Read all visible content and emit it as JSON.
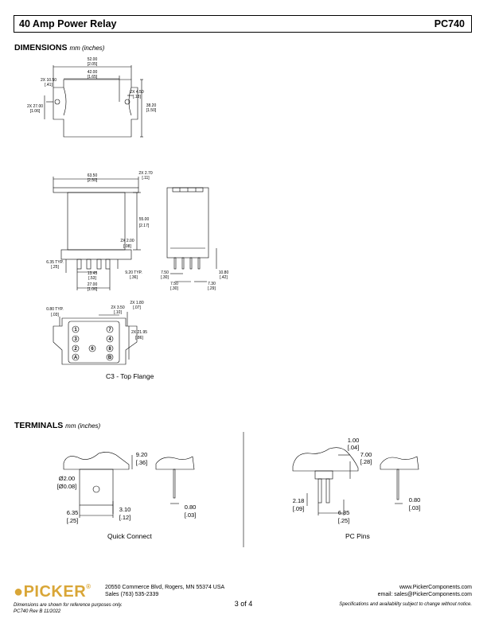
{
  "header": {
    "title": "40 Amp Power Relay",
    "part_number": "PC740"
  },
  "dimensions": {
    "title": "DIMENSIONS",
    "unit": "mm (inches)",
    "top_view": {
      "w52": "52.00",
      "w52_in": "[2.05]",
      "w42": "42.00",
      "w42_in": "[1.65]",
      "d1050": "2X 10.50",
      "d1050_in": "[.41]",
      "d2700": "2X 27.00",
      "d2700_in": "[1.06]",
      "d450": "2X 4.50",
      "d450_in": "[.18]",
      "h3820": "38.20",
      "h3820_in": "[1.50]"
    },
    "front_view": {
      "w6350": "63.50",
      "w6350_in": "[2.50]",
      "d270": "2X 2.70",
      "d270_in": "[.11]",
      "h5500": "55.00",
      "h5500_in": "[2.17]",
      "d200": "2X 2.00",
      "d200_in": "[.08]",
      "d635": "6.35 TYP.",
      "d635_in": "[.25]",
      "d1345": "13.45",
      "d1345_in": "[.53]",
      "d2700": "27.00",
      "d2700_in": "[1.06]",
      "d920": "9.20 TYP.",
      "d920_in": "[.36]"
    },
    "side_view": {
      "d750a": "7.50",
      "d750a_in": "[.30]",
      "d750b": "7.50",
      "d750b_in": "[.30]",
      "d730": "7.30",
      "d730_in": "[.29]",
      "d1080": "10.80",
      "d1080_in": "[.42]"
    },
    "bottom_view": {
      "d080": "0.80 TYP.",
      "d080_in": "[.03]",
      "d350": "2X 3.50",
      "d350_in": "[.10]",
      "d180": "2X 1.80",
      "d180_in": "[.07]",
      "d2195": "2X 21.95",
      "d2195_in": "[.86]",
      "pins": [
        "1",
        "7",
        "3",
        "4",
        "2",
        "6",
        "8",
        "A",
        "B"
      ],
      "caption": "C3 - Top Flange"
    }
  },
  "terminals": {
    "title": "TERMINALS",
    "unit": "mm (inches)",
    "quick_connect": {
      "caption": "Quick Connect",
      "d920": "9.20",
      "d920_in": "[.36]",
      "d200": "Ø2.00",
      "d200_in": "[Ø0.08]",
      "d635": "6.35",
      "d635_in": "[.25]",
      "d310": "3.10",
      "d310_in": "[.12]",
      "d080": "0.80",
      "d080_in": "[.03]"
    },
    "pc_pins": {
      "caption": "PC Pins",
      "d100": "1.00",
      "d100_in": "[.04]",
      "d700": "7.00",
      "d700_in": "[.28]",
      "d218": "2.18",
      "d218_in": "[.09]",
      "d635": "6.35",
      "d635_in": "[.25]",
      "d080": "0.80",
      "d080_in": "[.03]"
    }
  },
  "footer": {
    "logo": "PICKER",
    "address_line1": "20550 Commerce Blvd, Rogers, MN 55374 USA",
    "address_line2": "Sales (763) 535-2339",
    "website": "www.PickerComponents.com",
    "email": "email: sales@PickerComponents.com",
    "page": "3 of 4",
    "note_left_1": "Dimensions are shown for reference purposes only.",
    "note_left_2": "PC740 Rev B 11/2022",
    "note_right": "Specifications and availability subject to change without notice.",
    "accent_color": "#d9a637"
  }
}
